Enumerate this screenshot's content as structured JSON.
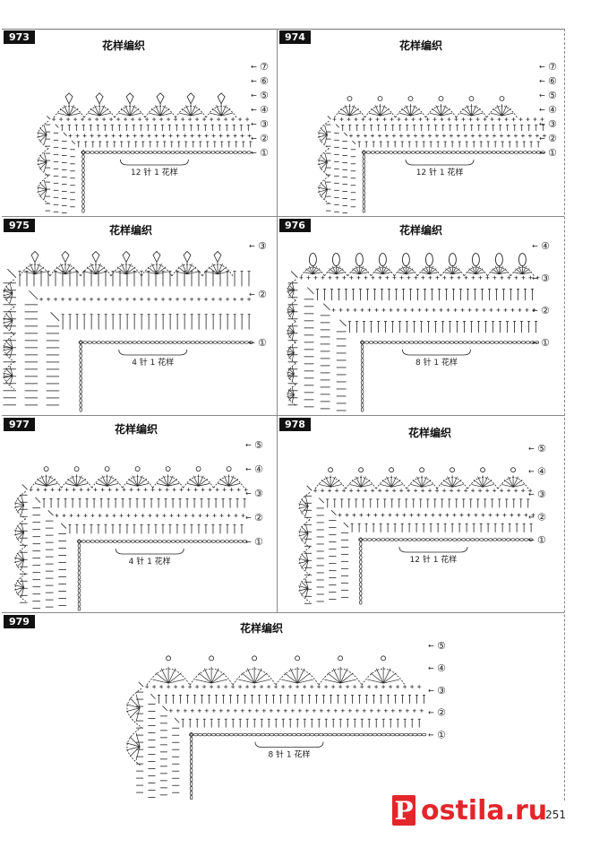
{
  "page_number": "251",
  "watermark": {
    "box_letter": "P",
    "text": "ostila.ru",
    "color": "#e3262a"
  },
  "colors": {
    "ink": "#222222",
    "panel_number_bg": "#111111"
  },
  "patterns": [
    {
      "number": "973",
      "title": "花样编织",
      "repeat_label": "12 针 1 花样",
      "rows": [
        "⑦",
        "⑥",
        "⑤",
        "④",
        "③",
        "②",
        "①"
      ]
    },
    {
      "number": "974",
      "title": "花样编织",
      "repeat_label": "12 针 1 花样",
      "rows": [
        "⑦",
        "⑥",
        "⑤",
        "④",
        "③",
        "②",
        "①"
      ]
    },
    {
      "number": "975",
      "title": "花样编织",
      "repeat_label": "4 针 1 花样",
      "rows": [
        "③",
        "②",
        "①"
      ]
    },
    {
      "number": "976",
      "title": "花样编织",
      "repeat_label": "8 针 1 花样",
      "rows": [
        "④",
        "③",
        "②",
        "①"
      ]
    },
    {
      "number": "977",
      "title": "花样编织",
      "repeat_label": "4 针 1 花样",
      "rows": [
        "⑤",
        "④",
        "③",
        "②",
        "①"
      ]
    },
    {
      "number": "978",
      "title": "花样编织",
      "repeat_label": "12 针 1 花样",
      "rows": [
        "⑤",
        "④",
        "③",
        "②",
        "①"
      ]
    },
    {
      "number": "979",
      "title": "花样编织",
      "repeat_label": "8 针 1 花样",
      "rows": [
        "⑤",
        "④",
        "③",
        "②",
        "①"
      ]
    }
  ]
}
